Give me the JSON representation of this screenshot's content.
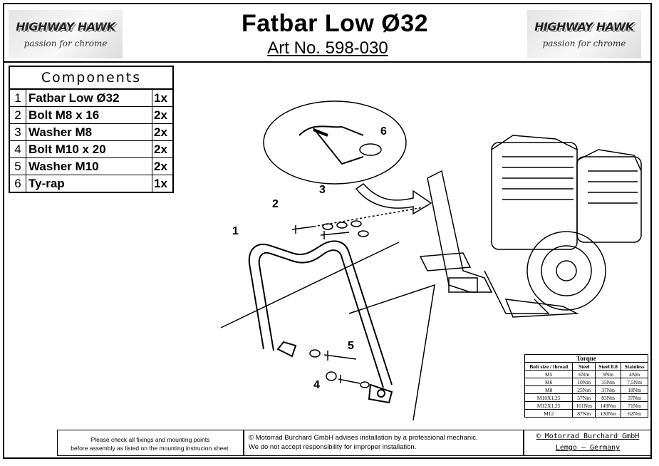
{
  "header": {
    "title": "Fatbar Low Ø32",
    "article": "Art No. 598-030",
    "logo_brand": "HIGHWAY HAWK",
    "logo_tagline": "passion for chrome"
  },
  "components": {
    "heading": "Components",
    "rows": [
      {
        "num": "1",
        "name": "Fatbar Low Ø32",
        "qty": "1x"
      },
      {
        "num": "2",
        "name": "Bolt M8 x 16",
        "qty": "2x"
      },
      {
        "num": "3",
        "name": "Washer M8",
        "qty": "2x"
      },
      {
        "num": "4",
        "name": "Bolt M10 x 20",
        "qty": "2x"
      },
      {
        "num": "5",
        "name": "Washer M10",
        "qty": "2x"
      },
      {
        "num": "6",
        "name": "Ty-rap",
        "qty": "1x"
      }
    ]
  },
  "diagram": {
    "callouts": [
      "1",
      "2",
      "3",
      "4",
      "5",
      "6"
    ]
  },
  "torque": {
    "title": "Torque",
    "headers": [
      "Bolt size / thread",
      "Steel",
      "Steel 8.8",
      "Stainless"
    ],
    "rows": [
      [
        "M5",
        "6Nm",
        "9Nm",
        "4Nm"
      ],
      [
        "M6",
        "10Nm",
        "15Nm",
        "7,5Nm"
      ],
      [
        "M8",
        "25Nm",
        "37Nm",
        "18Nm"
      ],
      [
        "M10X1.25",
        "57Nm",
        "83Nm",
        "37Nm"
      ],
      [
        "M12X1.25",
        "101Nm",
        "149Nm",
        "71Nm"
      ],
      [
        "M12",
        "87Nm",
        "130Nm",
        "62Nm"
      ]
    ]
  },
  "footer": {
    "check_line1": "Please check all fixings and mounting points",
    "check_line2": "before assembly as listed on the mounting instrucion sheet.",
    "advice_line1": "© Motorrad Burchard GmbH advises installation by a professional mechanic.",
    "advice_line2": "We do not accept responsibility for improper installation.",
    "company_line1": "© Motorrad Burchard GmbH",
    "company_line2": "Lemgo – Germany"
  }
}
